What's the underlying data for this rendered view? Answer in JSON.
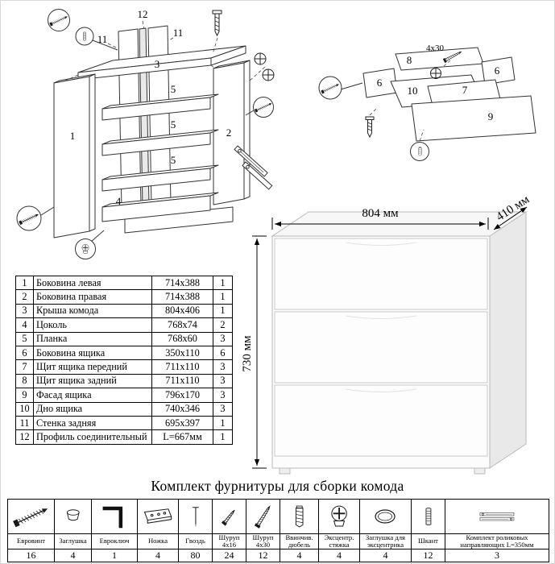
{
  "title": "Комплект фурнитуры для сборки комода",
  "parts": [
    {
      "num": "1",
      "name": "Боковина левая",
      "size": "714x388",
      "qty": "1"
    },
    {
      "num": "2",
      "name": "Боковина правая",
      "size": "714x388",
      "qty": "1"
    },
    {
      "num": "3",
      "name": "Крыша комода",
      "size": "804x406",
      "qty": "1"
    },
    {
      "num": "4",
      "name": "Цоколь",
      "size": "768x74",
      "qty": "2"
    },
    {
      "num": "5",
      "name": "Планка",
      "size": "768x60",
      "qty": "3"
    },
    {
      "num": "6",
      "name": "Боковина ящика",
      "size": "350x110",
      "qty": "6"
    },
    {
      "num": "7",
      "name": "Щит ящика передний",
      "size": "711x110",
      "qty": "3"
    },
    {
      "num": "8",
      "name": "Щит ящика задний",
      "size": "711x110",
      "qty": "3"
    },
    {
      "num": "9",
      "name": "Фасад ящика",
      "size": "796x170",
      "qty": "3"
    },
    {
      "num": "10",
      "name": "Дно ящика",
      "size": "740x346",
      "qty": "3"
    },
    {
      "num": "11",
      "name": "Стенка задняя",
      "size": "695x397",
      "qty": "1"
    },
    {
      "num": "12",
      "name": "Профиль соединительный",
      "size": "L=667мм",
      "qty": "1"
    }
  ],
  "dimensions": {
    "width": "804 мм",
    "depth": "410 мм",
    "height": "730 мм"
  },
  "carcass_diagram": {
    "profile_label": "12",
    "back_left_label": "11",
    "back_right_label": "11",
    "top_label": "3",
    "rail_labels": [
      "5",
      "5",
      "5"
    ],
    "left_side_label": "1",
    "right_side_label": "2",
    "plinth_label": "4"
  },
  "drawer_diagram": {
    "back_label": "8",
    "screw_label": "4x30",
    "side_left_label": "6",
    "side_right_label": "6",
    "bottom_label": "10",
    "front_label": "7",
    "facade_label": "9"
  },
  "hardware": [
    {
      "icon": "hw-euroscrew",
      "name": "Евровинт",
      "qty": "16"
    },
    {
      "icon": "hw-cap",
      "name": "Заглушка",
      "qty": "4"
    },
    {
      "icon": "hw-hexkey",
      "name": "Евроключ",
      "qty": "1"
    },
    {
      "icon": "hw-leg",
      "name": "Ножка",
      "qty": "4"
    },
    {
      "icon": "hw-nail",
      "name": "Гвоздь",
      "qty": "80"
    },
    {
      "icon": "hw-screw16",
      "name": "Шуруп 4x16",
      "qty": "24"
    },
    {
      "icon": "hw-screw30",
      "name": "Шуруп 4x30",
      "qty": "12"
    },
    {
      "icon": "hw-dowel",
      "name": "Ввинчив. дюбель",
      "qty": "4"
    },
    {
      "icon": "hw-cam",
      "name": "Эксцентр. стяжка",
      "qty": "4"
    },
    {
      "icon": "hw-camcap",
      "name": "Заглушка для эксцентрика",
      "qty": "4"
    },
    {
      "icon": "hw-shkant",
      "name": "Шкант",
      "qty": "12"
    },
    {
      "icon": "hw-slides",
      "name": "Комплект роликовых направляющих L=350мм",
      "qty": "3"
    }
  ]
}
